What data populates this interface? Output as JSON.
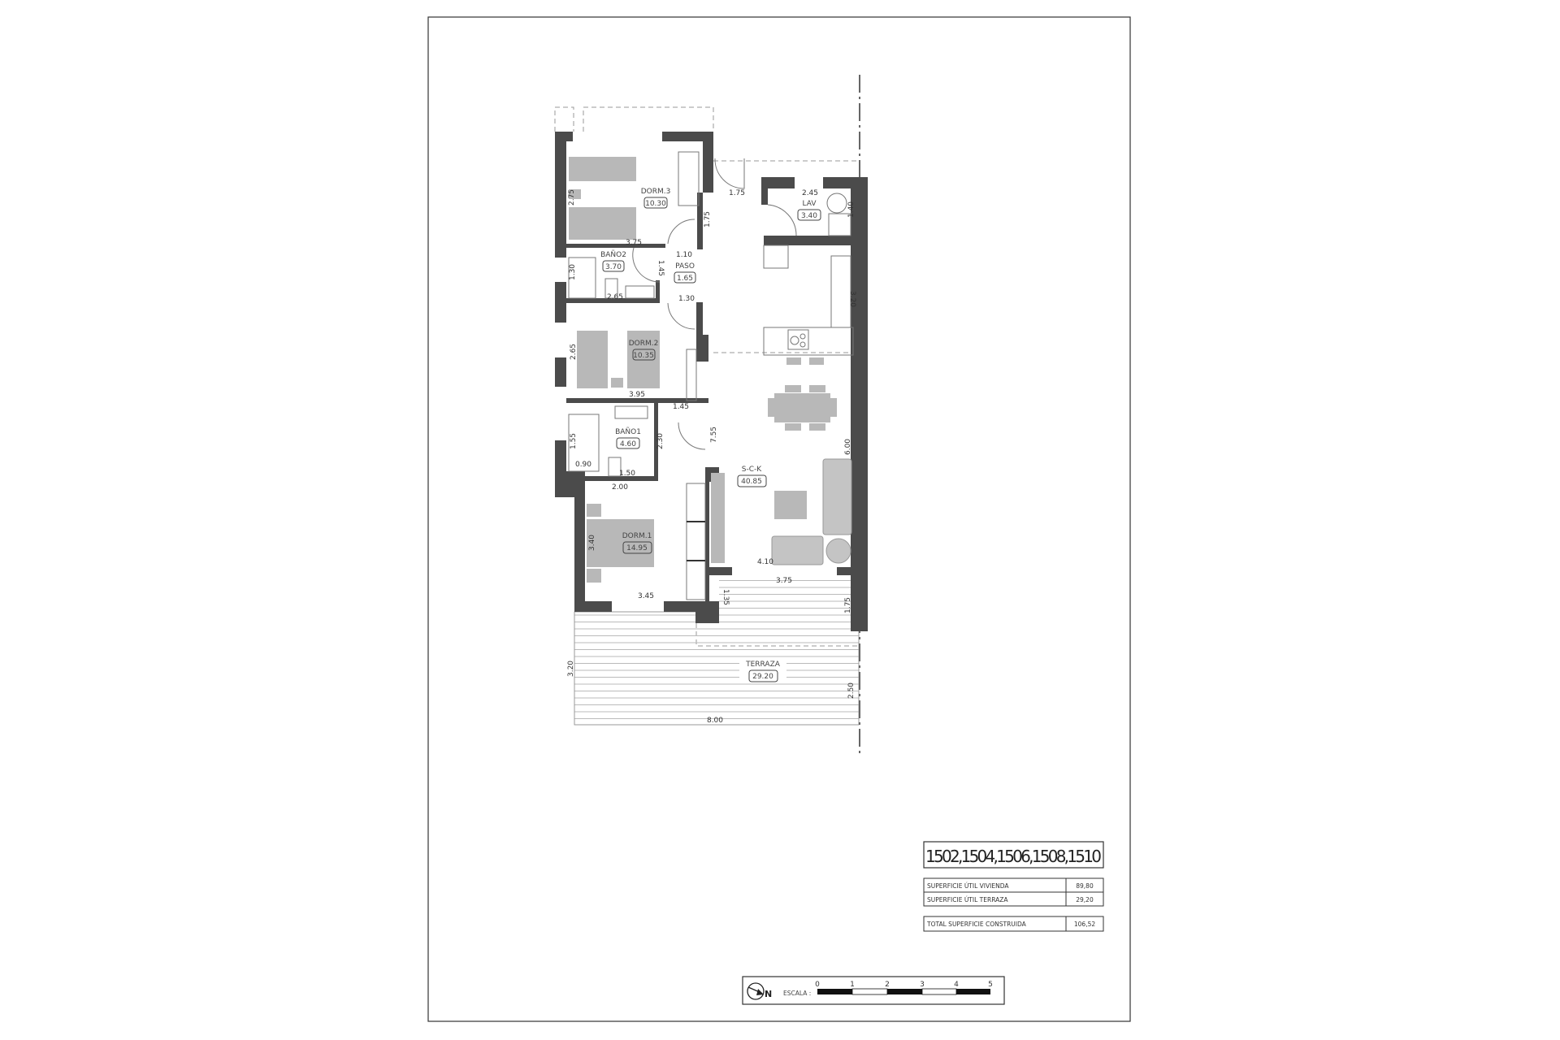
{
  "rooms": {
    "dorm3": {
      "name": "DORM.3",
      "area": "10.30"
    },
    "lav": {
      "name": "LAV",
      "area": "3.40"
    },
    "paso": {
      "name": "PASO",
      "area": "1.65"
    },
    "bano2": {
      "name": "BAÑO2",
      "area": "3.70"
    },
    "dorm2": {
      "name": "DORM.2",
      "area": "10.35"
    },
    "bano1": {
      "name": "BAÑO1",
      "area": "4.60"
    },
    "sck": {
      "name": "S-C-K",
      "area": "40.85"
    },
    "dorm1": {
      "name": "DORM.1",
      "area": "14.95"
    },
    "terraza": {
      "name": "TERRAZA",
      "area": "29.20"
    }
  },
  "dims": [
    "2.75",
    "3.75",
    "1.75",
    "1.75",
    "2.45",
    "1.40",
    "1.10",
    "1.45",
    "1.30",
    "2.65",
    "1.30",
    "3.20",
    "2.65",
    "3.95",
    "1.45",
    "7.55",
    "2.30",
    "1.55",
    "0.90",
    "1.50",
    "2.00",
    "6.00",
    "3.40",
    "4.10",
    "3.75",
    "3.45",
    "1.35",
    "1.75",
    "3.20",
    "2.50",
    "8.00"
  ],
  "title_block": {
    "units": "1502,1504,1506,1508,1510",
    "rows": [
      {
        "label": "SUPERFICIE ÚTIL VIVIENDA",
        "value": "89,80"
      },
      {
        "label": "SUPERFICIE ÚTIL TERRAZA",
        "value": "29,20"
      }
    ],
    "total": {
      "label": "TOTAL SUPERFICIE CONSTRUIDA",
      "value": "106,52"
    }
  },
  "scale": {
    "north_label": "N",
    "label": "ESCALA :",
    "ticks": [
      "0",
      "1",
      "2",
      "3",
      "4",
      "5"
    ]
  },
  "colors": {
    "wall": "#4b4b4b",
    "furniture": "#b8b8b8"
  },
  "icons": [
    "north-arrow-icon"
  ]
}
